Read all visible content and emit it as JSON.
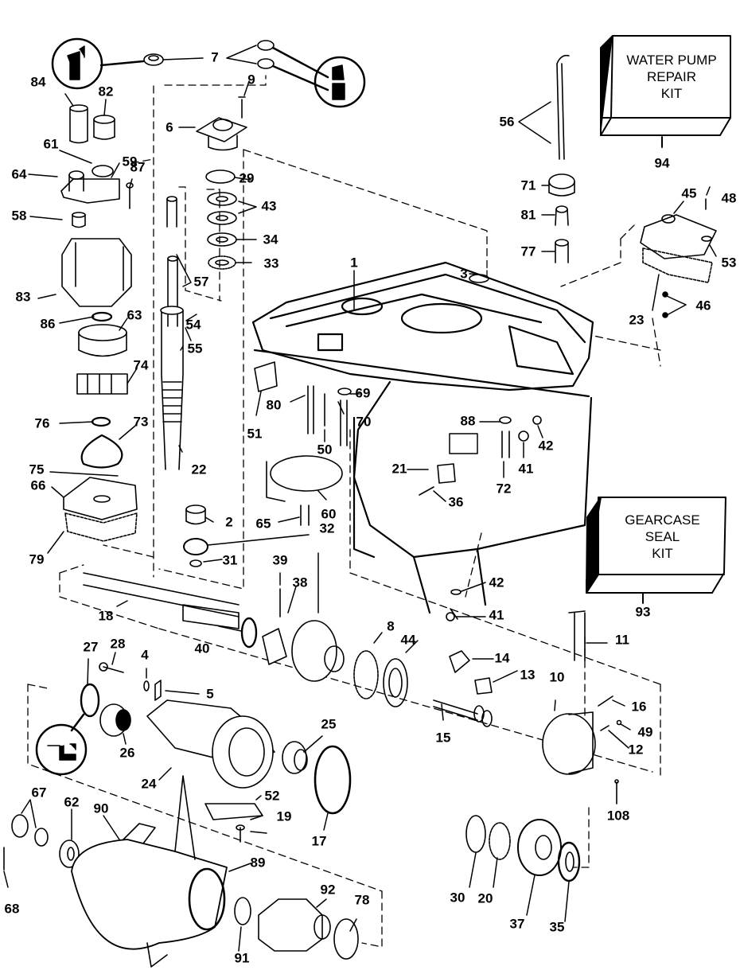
{
  "diagram": {
    "title": "Gearcase exploded parts diagram",
    "ink_color": "#000000",
    "background_color": "#ffffff",
    "kits": [
      {
        "id": "94",
        "lines": [
          "WATER PUMP",
          "REPAIR",
          "KIT"
        ]
      },
      {
        "id": "93",
        "lines": [
          "GEARCASE",
          "SEAL",
          "KIT"
        ]
      }
    ],
    "callouts": [
      "1",
      "2",
      "3",
      "4",
      "5",
      "6",
      "7",
      "8",
      "9",
      "10",
      "11",
      "12",
      "13",
      "14",
      "15",
      "16",
      "17",
      "18",
      "19",
      "20",
      "21",
      "22",
      "23",
      "24",
      "25",
      "26",
      "27",
      "28",
      "29",
      "30",
      "31",
      "32",
      "33",
      "34",
      "35",
      "36",
      "37",
      "38",
      "39",
      "40",
      "41",
      "42",
      "43",
      "44",
      "45",
      "46",
      "48",
      "49",
      "50",
      "51",
      "52",
      "53",
      "54",
      "55",
      "56",
      "57",
      "58",
      "59",
      "60",
      "61",
      "62",
      "63",
      "64",
      "65",
      "66",
      "67",
      "68",
      "69",
      "70",
      "71",
      "72",
      "73",
      "74",
      "75",
      "76",
      "77",
      "78",
      "79",
      "80",
      "81",
      "82",
      "83",
      "84",
      "86",
      "87",
      "88",
      "89",
      "90",
      "91",
      "92",
      "93",
      "94",
      "108"
    ],
    "labels": {
      "l1": "1",
      "l2": "2",
      "l3": "3",
      "l4": "4",
      "l5": "5",
      "l6": "6",
      "l7": "7",
      "l8": "8",
      "l9": "9",
      "l10": "10",
      "l11": "11",
      "l12": "12",
      "l13": "13",
      "l14": "14",
      "l15": "15",
      "l16": "16",
      "l17": "17",
      "l18": "18",
      "l19": "19",
      "l20": "20",
      "l21": "21",
      "l22": "22",
      "l23": "23",
      "l24": "24",
      "l25": "25",
      "l26": "26",
      "l27": "27",
      "l28": "28",
      "l29": "29",
      "l30": "30",
      "l31": "31",
      "l32": "32",
      "l33": "33",
      "l34": "34",
      "l35": "35",
      "l36": "36",
      "l37": "37",
      "l38": "38",
      "l39": "39",
      "l40": "40",
      "l41a": "41",
      "l41b": "41",
      "l42a": "42",
      "l42b": "42",
      "l43": "43",
      "l44": "44",
      "l45": "45",
      "l46": "46",
      "l48": "48",
      "l49": "49",
      "l50": "50",
      "l51": "51",
      "l52": "52",
      "l53": "53",
      "l54": "54",
      "l55": "55",
      "l56": "56",
      "l57": "57",
      "l58": "58",
      "l59": "59",
      "l60": "60",
      "l61": "61",
      "l62": "62",
      "l63": "63",
      "l64": "64",
      "l65": "65",
      "l66": "66",
      "l67": "67",
      "l68": "68",
      "l69": "69",
      "l70": "70",
      "l71": "71",
      "l72": "72",
      "l73": "73",
      "l74": "74",
      "l75": "75",
      "l76": "76",
      "l77": "77",
      "l78": "78",
      "l79": "79",
      "l80": "80",
      "l81": "81",
      "l82": "82",
      "l83": "83",
      "l84": "84",
      "l86": "86",
      "l87": "87",
      "l88": "88",
      "l89": "89",
      "l90": "90",
      "l91": "91",
      "l92": "92",
      "l93": "93",
      "l94": "94",
      "l108": "108"
    },
    "lubricant_icons": [
      "sealant-icon-top-left",
      "sealant-icon-top-right",
      "sealant-icon-bottom-left"
    ]
  }
}
